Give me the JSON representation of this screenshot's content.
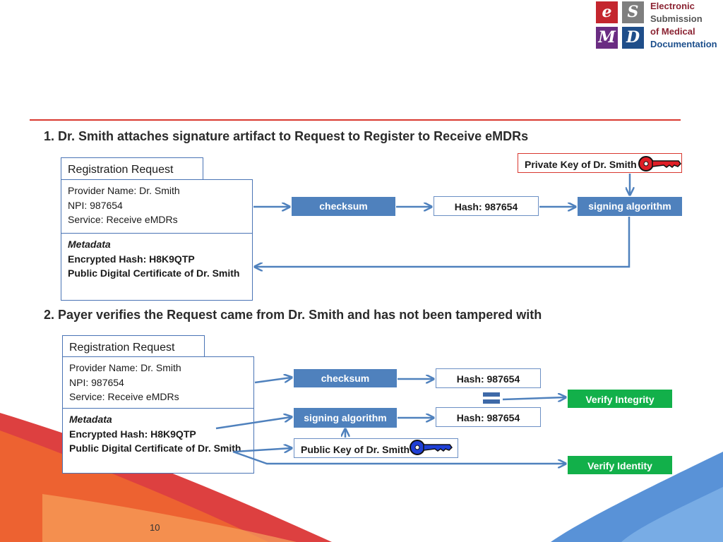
{
  "logo": {
    "tiles": [
      "e",
      "S",
      "M",
      "D"
    ],
    "lines": [
      "Electronic",
      "Submission",
      "of Medical",
      "Documentation"
    ],
    "colors": {
      "e": "#c4262e",
      "S": "#7f7f7f",
      "M": "#6a2c82",
      "D": "#1f4e8a"
    }
  },
  "colors": {
    "accent_red": "#d9382f",
    "box_blue": "#4f81bd",
    "verify_green": "#12b04a",
    "arrow_blue": "#4f81bd"
  },
  "step1": {
    "heading": "1.  Dr. Smith attaches signature artifact to Request to Register to Receive eMDRs",
    "registration_tab": "Registration Request",
    "provider_lines": [
      "Provider Name: Dr. Smith",
      "NPI: 987654",
      "Service: Receive eMDRs"
    ],
    "metadata_label": "Metadata",
    "encrypted_hash": "Encrypted Hash: H8K9QTP",
    "certificate": "Public Digital Certificate of Dr. Smith",
    "checksum": "checksum",
    "hash": "Hash: 987654",
    "signing_algorithm": "signing algorithm",
    "private_key": "Private Key of Dr. Smith",
    "key_icon": "red-key-icon"
  },
  "step2": {
    "heading": "2.  Payer verifies the Request came from Dr. Smith and has not been tampered with",
    "registration_tab": "Registration Request",
    "provider_lines": [
      "Provider Name: Dr. Smith",
      "NPI: 987654",
      "Service: Receive eMDRs"
    ],
    "metadata_label": "Metadata",
    "encrypted_hash": "Encrypted Hash: H8K9QTP",
    "certificate": "Public Digital Certificate of Dr. Smith",
    "checksum": "checksum",
    "hash_top": "Hash: 987654",
    "hash_bottom": "Hash: 987654",
    "signing_algorithm": "signing algorithm",
    "public_key": "Public Key of Dr. Smith",
    "key_icon": "blue-key-icon",
    "equals_icon": "equals-icon",
    "verify_integrity": "Verify Integrity",
    "verify_identity": "Verify Identity"
  },
  "page_number": "10"
}
